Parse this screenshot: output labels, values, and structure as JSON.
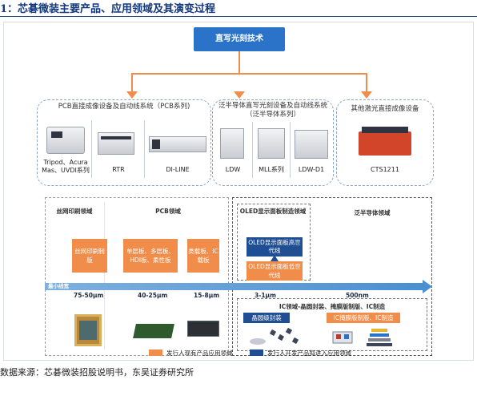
{
  "figure_title": "1：芯碁微装主要产品、应用领域及其演变过程",
  "top_node": "直写光刻技术",
  "groups": [
    {
      "title": "PCB直接成像设备及自动线系统（PCB系列)",
      "products": [
        "Tripod、Acura Mas、UVDI系列",
        "RTR",
        "DI-LINE"
      ]
    },
    {
      "title_line1": "泛半导体直写光刻设备及自动线系统",
      "title_line2": "（泛半导体系列）",
      "products": [
        "LDW",
        "MLL系列",
        "LDW-D1"
      ]
    },
    {
      "title": "其他激光直接成像设备",
      "products": [
        "CTS1211"
      ]
    }
  ],
  "domains": {
    "silk": "丝网印刷领域",
    "pcb": "PCB领域",
    "oled": "OLED显示面板制造领域",
    "semi": "泛半导体领域"
  },
  "apps": {
    "silk_box": "丝网印刷制版",
    "pcb_box1": "单层板、多层板、HDI板、柔性板",
    "pcb_box2": "类载板、IC载板",
    "oled_high": "OLED显示面板高世代线",
    "oled_low": "OLED显示面板低世代线"
  },
  "axis": {
    "label": "最小线宽",
    "ticks": [
      "75-50μm",
      "40-25μm",
      "15-8μm",
      "3-1μm",
      "500nm"
    ]
  },
  "ic": {
    "title": "IC领域-晶圆封装、掩膜版制版、IC制造",
    "box_wafer": "晶圆级封装",
    "box_mask": "IC掩膜版制版、IC制造"
  },
  "legend": {
    "orange": "发行人现有产品应用领域",
    "navy": "发行人开发产品拟进入应用领域"
  },
  "source": "数据来源：芯碁微装招股说明书，东吴证券研究所",
  "colors": {
    "orange": "#f08d4a",
    "navy": "#1f4e93",
    "blue_box": "#2a73c9",
    "axis": "#4a8fd2"
  }
}
